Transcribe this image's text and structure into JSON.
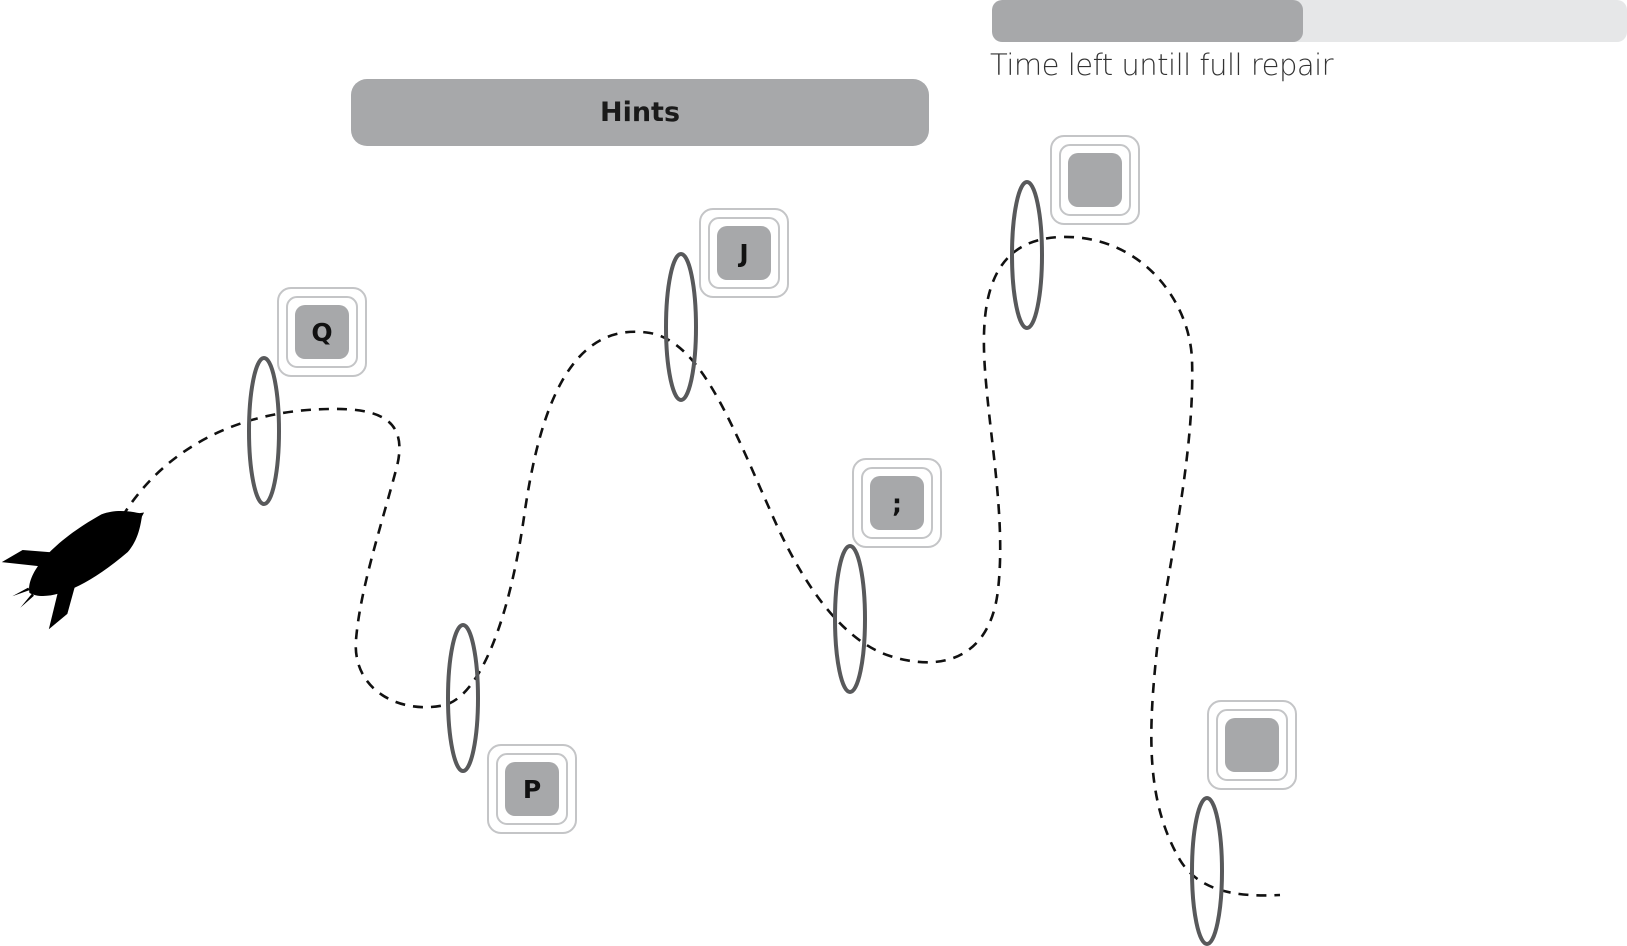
{
  "repair": {
    "caption": "Time left untill full repair",
    "progress_fraction": 0.49,
    "fill_color": "#a7a8aa",
    "track_color": "#e6e7e8"
  },
  "hints": {
    "label": "Hints"
  },
  "keys": [
    {
      "name": "key-q",
      "label": "Q"
    },
    {
      "name": "key-p",
      "label": "P"
    },
    {
      "name": "key-j",
      "label": "J"
    },
    {
      "name": "key-semicolon",
      "label": ";"
    },
    {
      "name": "key-blank-top",
      "label": ""
    },
    {
      "name": "key-blank-bottom",
      "label": ""
    }
  ],
  "player": {
    "icon": "rocket-icon"
  }
}
